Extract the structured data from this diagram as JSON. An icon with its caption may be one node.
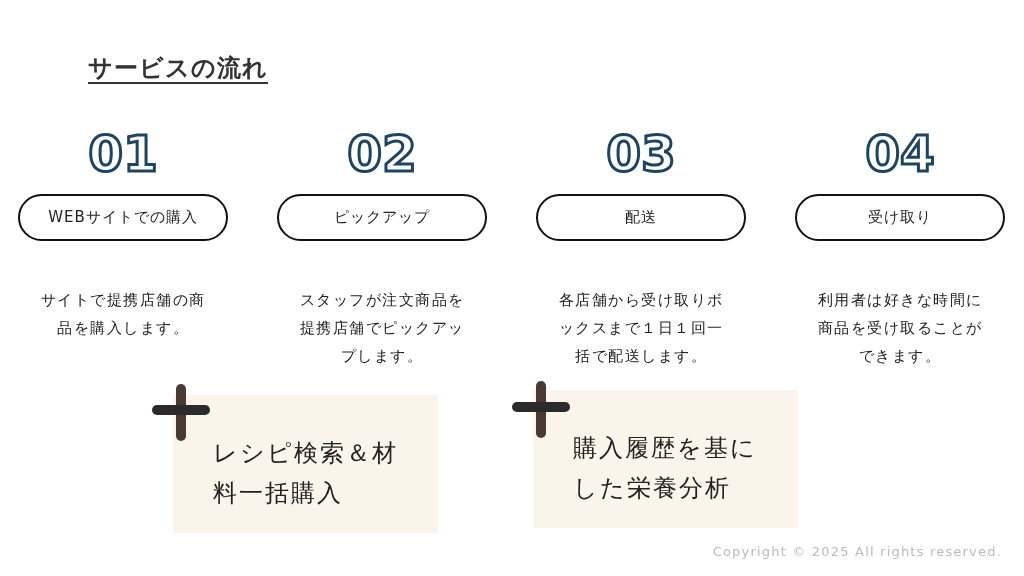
{
  "diagram": {
    "title": "サービスの流れ",
    "nodes": [
      {
        "text": [
          "01",
          "WEBサイトでの購入"
        ]
      },
      {
        "text": [
          "02",
          "ピックアップ"
        ]
      },
      {
        "text": [
          "03",
          "配送"
        ]
      },
      {
        "text": [
          "04",
          "受け取り"
        ]
      },
      {
        "text": [
          "レシピ検索＆材料一括購入"
        ]
      },
      {
        "text": [
          "購入履歴を基にした栄養分析"
        ]
      }
    ],
    "labels": [
      "サイトで提携店舗の商品を購入します。",
      "スタッフが注文商品を提携店舗でピックアップします。",
      "各店舗から受け取りボックスまで１日１回一括で配送します。",
      "利用者は好きな時間に商品を受け取ることができます。",
      "Copyright © 2025 All rights reserved."
    ]
  }
}
